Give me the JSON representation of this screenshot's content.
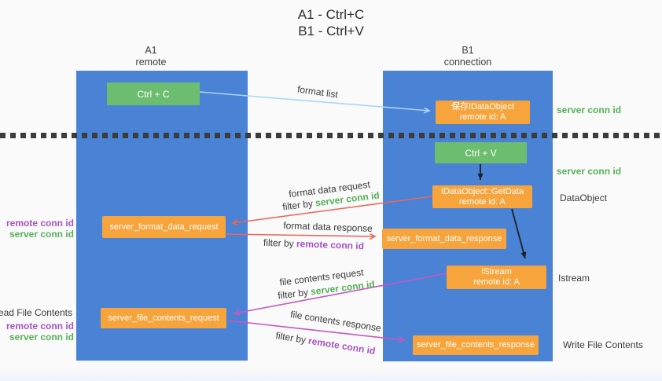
{
  "title": {
    "line1": "A1 - Ctrl+C",
    "line2": "B1 - Ctrl+V"
  },
  "columns": {
    "a": {
      "name": "A1",
      "role": "remote"
    },
    "b": {
      "name": "B1",
      "role": "connection"
    }
  },
  "boxes": {
    "ctrl_c": "Ctrl + C",
    "ctrl_v": "Ctrl + V",
    "save_idataobject": {
      "title": "保存IDataObject",
      "subtitle": "remote id: A"
    },
    "idataobject_getdata": {
      "title": "IDataObject::GetData",
      "subtitle": "remote id: A"
    },
    "istream": {
      "title": "IStream",
      "subtitle": "remote id: A"
    },
    "server_format_data_request": "server_format_data_request",
    "server_format_data_response": "server_format_data_response",
    "server_file_contents_request": "server_file_contents_request",
    "server_file_contents_response": "server_file_contents_response"
  },
  "labels": {
    "format_list": "format list",
    "format_data_request": "format data request",
    "format_data_response": "format data response",
    "file_contents_request": "file contents request",
    "file_contents_response": "file contents response",
    "filter_by": "filter by",
    "server_conn_id": "server conn id",
    "remote_conn_id": "remote conn id",
    "dataobject": "DataObject",
    "istream": "Istream",
    "read_file_contents": "Read File Contents",
    "write_file_contents": "Write File Contents"
  },
  "colors": {
    "lifeline_blue": "#4a82d6",
    "box_orange": "#f7a43c",
    "box_green": "#6cbd70",
    "arrow_light_blue": "#a9d6f2",
    "arrow_red": "#e8685a",
    "arrow_magenta": "#c459c0",
    "arrow_black": "#1f1f1f",
    "text_green": "#55b158",
    "text_purple": "#a653c2"
  }
}
